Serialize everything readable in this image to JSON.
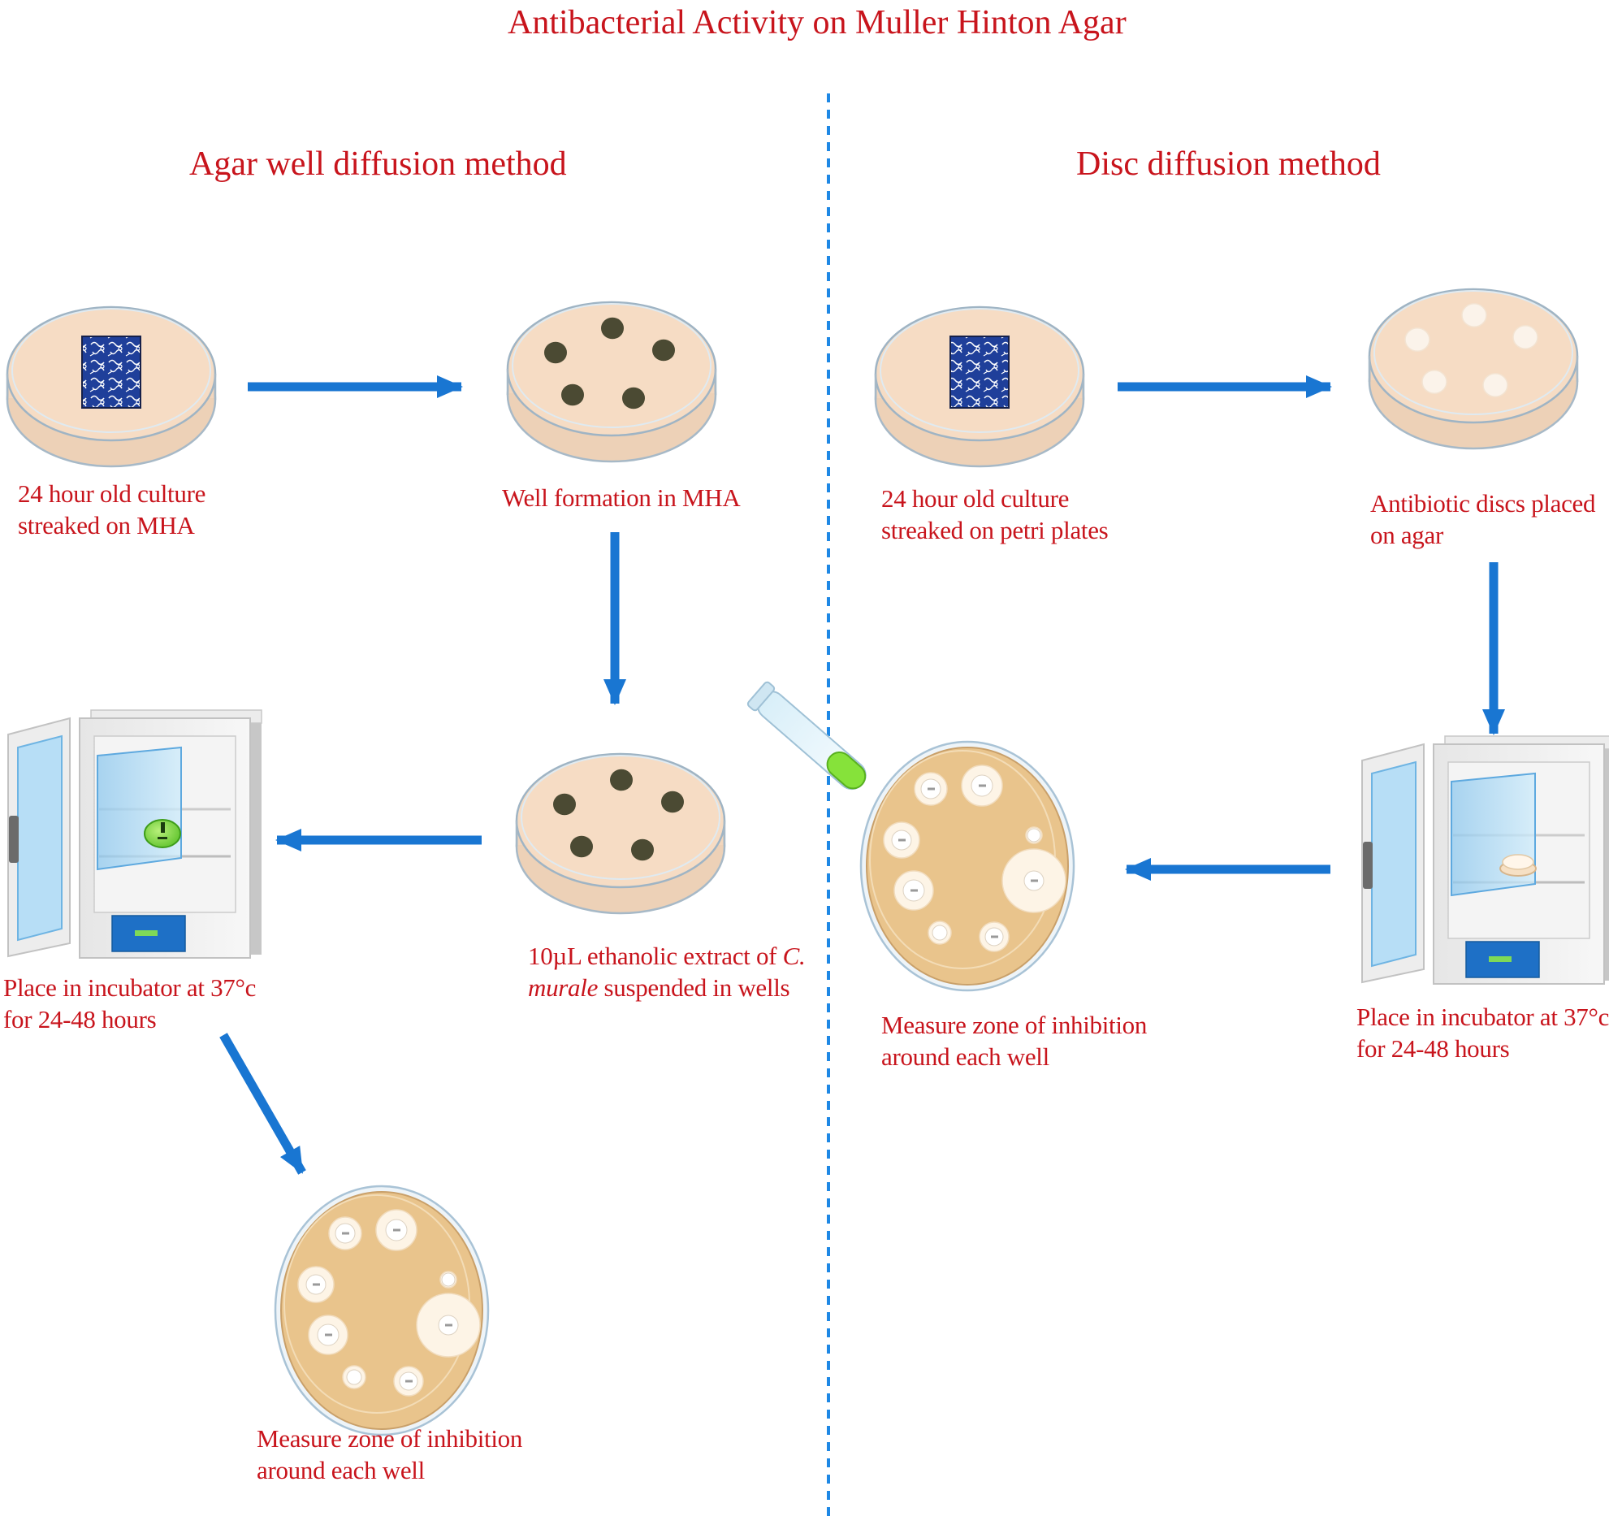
{
  "title": "Antibacterial Activity on Muller Hinton Agar",
  "left": {
    "heading": "Agar well diffusion method",
    "step1": [
      "24 hour old culture",
      "streaked on MHA"
    ],
    "step2": "Well formation in MHA",
    "step3": {
      "line1_pre": "10µL ethanolic extract of ",
      "line1_ital": "C.",
      "line2_ital": "murale",
      "line2_post": " suspended in wells"
    },
    "step4": [
      "Place in incubator at 37°c",
      "for 24-48 hours"
    ],
    "step5": [
      "Measure zone of inhibition",
      "around each well"
    ]
  },
  "right": {
    "heading": "Disc diffusion method",
    "step1": [
      "24 hour old culture",
      "streaked on petri plates"
    ],
    "step2": [
      "Antibiotic discs placed",
      "on agar"
    ],
    "step3": [
      "Place in incubator at 37°c",
      "for 24-48 hours"
    ],
    "step4": [
      "Measure zone of inhibition",
      "around each well"
    ]
  },
  "colors": {
    "text": "#c8141c",
    "arrow": "#1976d2",
    "divider": "#1e88e5",
    "agar": "#f6dcc4",
    "well": "#4b4a33",
    "zone_plate": "#e9c48c",
    "culture": "#1f3f9a",
    "display": "#1e70c6"
  },
  "icons": [
    "petri-dish-icon",
    "streak-culture-icon",
    "test-tube-icon",
    "incubator-icon",
    "zone-plate-icon",
    "arrow-icon"
  ]
}
